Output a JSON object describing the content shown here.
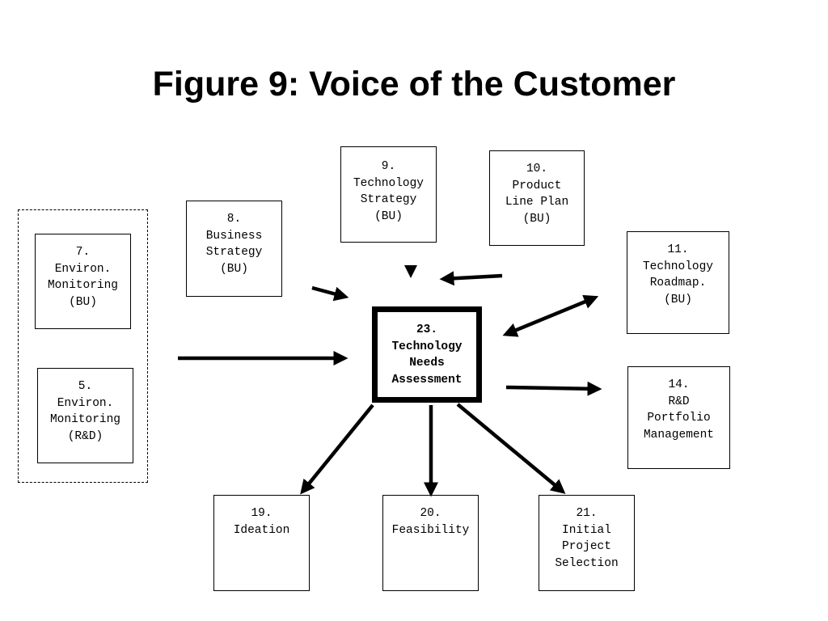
{
  "title": "Figure 9:  Voice of the Customer",
  "nodes": {
    "n7": "7.\nEnviron.\nMonitoring\n(BU)",
    "n5": "5.\nEnviron.\nMonitoring\n(R&D)",
    "n8": "8.\nBusiness\nStrategy\n(BU)",
    "n9": "9.\nTechnology\nStrategy\n(BU)",
    "n10": "10.\nProduct\nLine Plan\n(BU)",
    "n11": "11.\nTechnology\nRoadmap.\n(BU)",
    "n14": "14.\nR&D\nPortfolio\nManagement",
    "n23": "23.\nTechnology\nNeeds\nAssessment",
    "n19": "19.\nIdeation",
    "n20": "20.\nFeasibility",
    "n21": "21.\nInitial\nProject\nSelection"
  }
}
